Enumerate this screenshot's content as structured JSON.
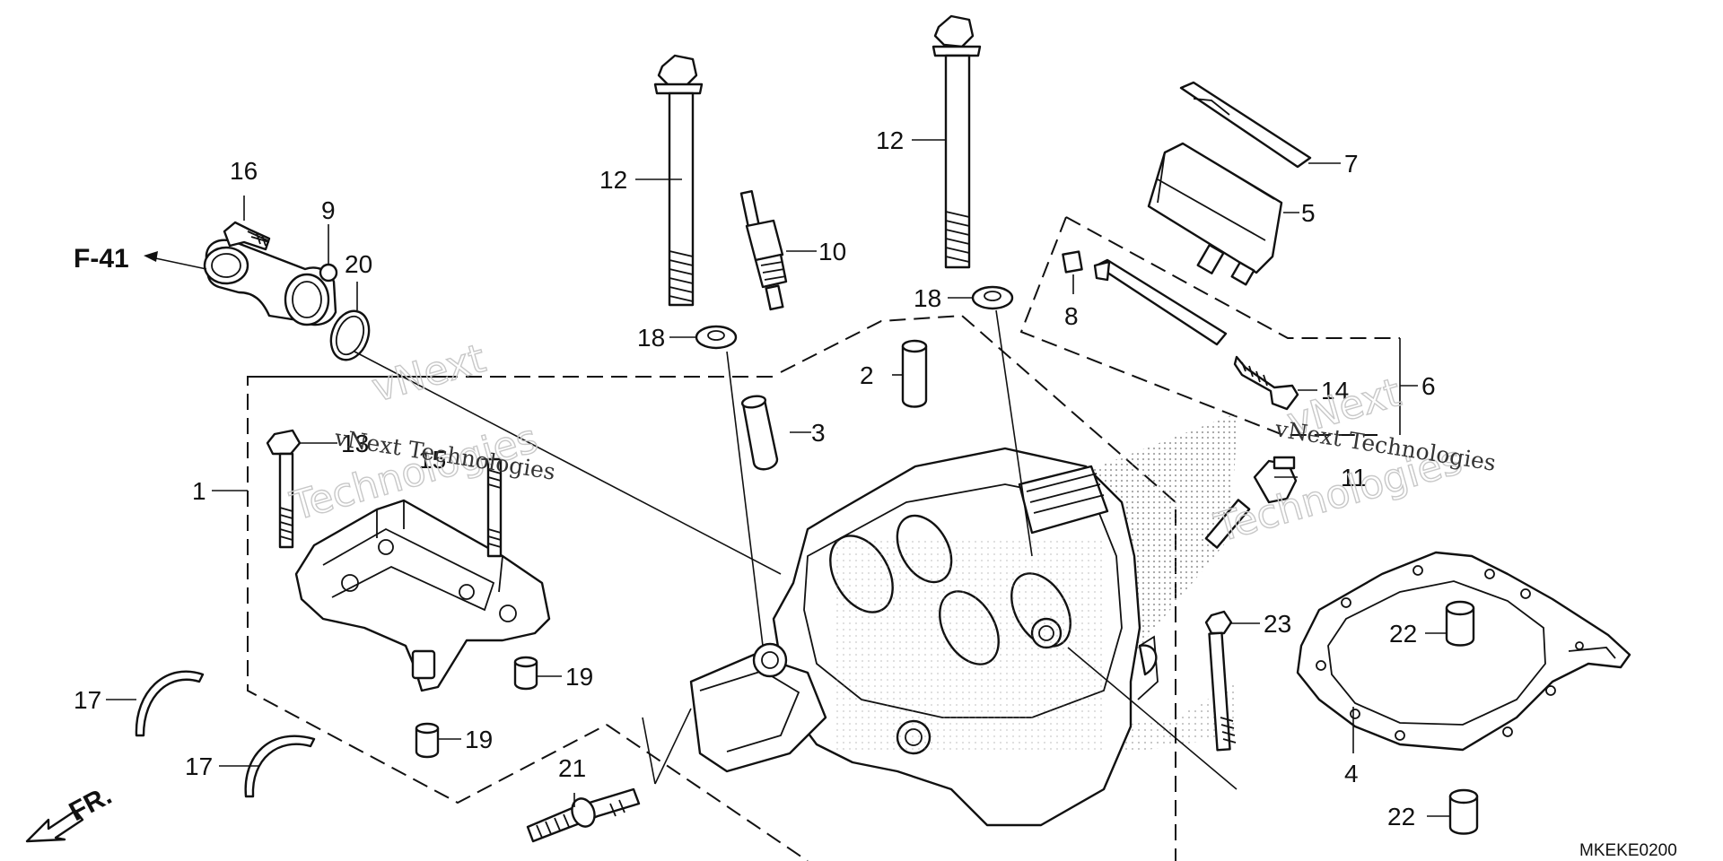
{
  "diagram_code": "MKEKE0200",
  "reference": {
    "label": "F-41",
    "target": "F-41"
  },
  "front_marker": {
    "label": "FR."
  },
  "watermark": {
    "line1": "vNext",
    "line2": "Technologies",
    "caption": "vNext Technologies"
  },
  "callouts": [
    {
      "id": "c1",
      "text": "1"
    },
    {
      "id": "c2",
      "text": "2"
    },
    {
      "id": "c3",
      "text": "3"
    },
    {
      "id": "c4",
      "text": "4"
    },
    {
      "id": "c5",
      "text": "5"
    },
    {
      "id": "c6",
      "text": "6"
    },
    {
      "id": "c7",
      "text": "7"
    },
    {
      "id": "c8",
      "text": "8"
    },
    {
      "id": "c9",
      "text": "9"
    },
    {
      "id": "c10",
      "text": "10"
    },
    {
      "id": "c11",
      "text": "11"
    },
    {
      "id": "c12a",
      "text": "12"
    },
    {
      "id": "c12b",
      "text": "12"
    },
    {
      "id": "c13",
      "text": "13"
    },
    {
      "id": "c14",
      "text": "14"
    },
    {
      "id": "c15",
      "text": "15"
    },
    {
      "id": "c16",
      "text": "16"
    },
    {
      "id": "c17a",
      "text": "17"
    },
    {
      "id": "c17b",
      "text": "17"
    },
    {
      "id": "c18a",
      "text": "18"
    },
    {
      "id": "c18b",
      "text": "18"
    },
    {
      "id": "c19a",
      "text": "19"
    },
    {
      "id": "c19b",
      "text": "19"
    },
    {
      "id": "c20",
      "text": "20"
    },
    {
      "id": "c21",
      "text": "21"
    },
    {
      "id": "c22a",
      "text": "22"
    },
    {
      "id": "c22b",
      "text": "22"
    },
    {
      "id": "c23",
      "text": "23"
    }
  ]
}
